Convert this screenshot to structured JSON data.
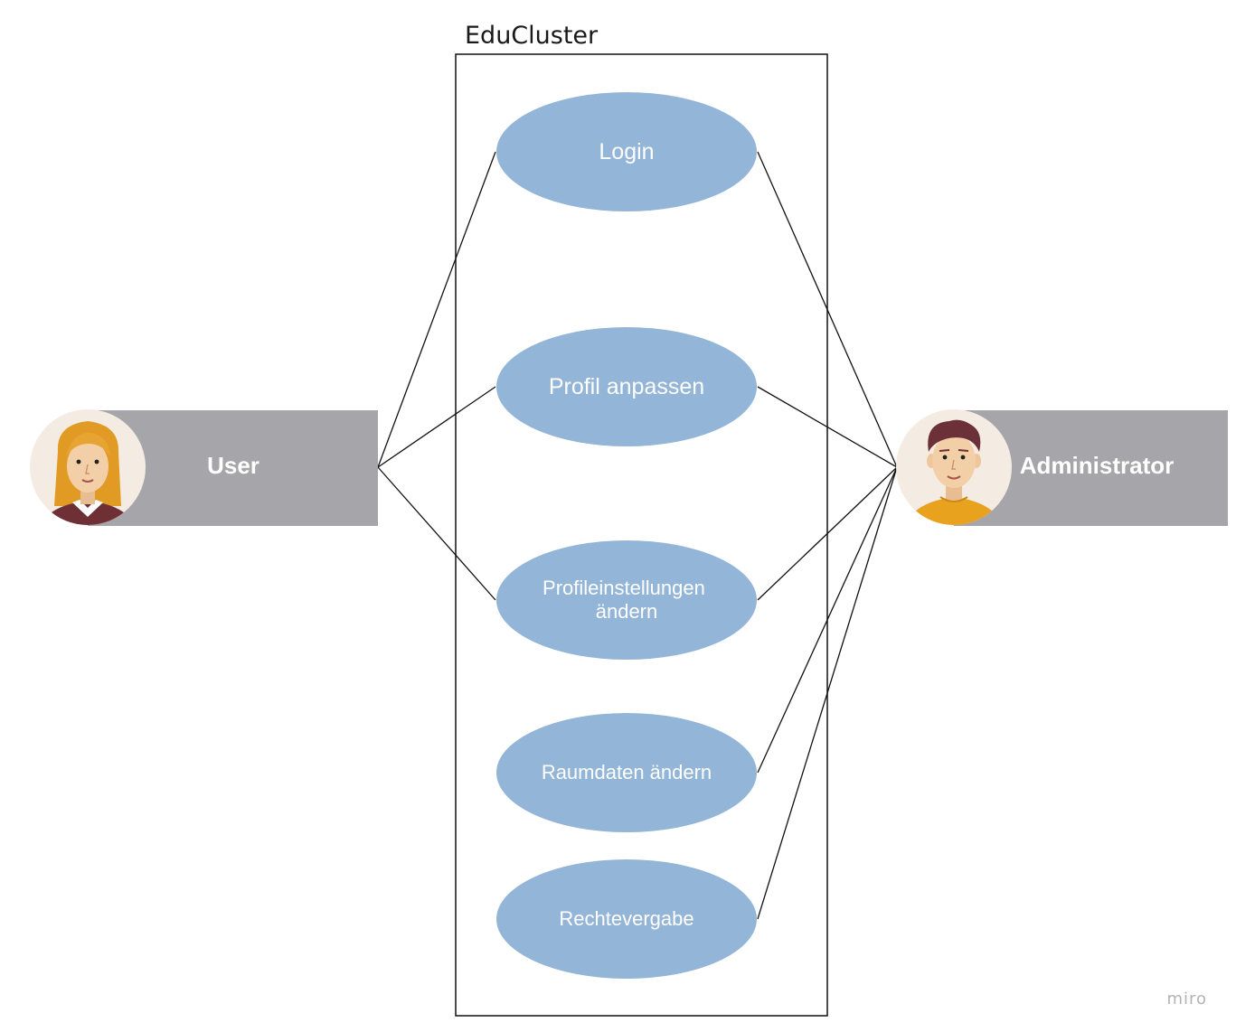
{
  "system": {
    "title": "EduCluster"
  },
  "use_cases": [
    {
      "id": "login",
      "label_lines": [
        "Login"
      ]
    },
    {
      "id": "profil-anpassen",
      "label_lines": [
        "Profil anpassen"
      ]
    },
    {
      "id": "profileinstellungen-aendern",
      "label_lines": [
        "Profileinstellungen",
        "ändern"
      ]
    },
    {
      "id": "raumdaten-aendern",
      "label_lines": [
        "Raumdaten ändern"
      ]
    },
    {
      "id": "rechtevergabe",
      "label_lines": [
        "Rechtevergabe"
      ]
    }
  ],
  "actors": {
    "user": {
      "label": "User",
      "avatar": "woman-avatar-icon"
    },
    "administrator": {
      "label": "Administrator",
      "avatar": "man-avatar-icon"
    }
  },
  "associations": [
    {
      "actor": "user",
      "use_case": "login"
    },
    {
      "actor": "user",
      "use_case": "profil-anpassen"
    },
    {
      "actor": "user",
      "use_case": "profileinstellungen-aendern"
    },
    {
      "actor": "administrator",
      "use_case": "login"
    },
    {
      "actor": "administrator",
      "use_case": "profil-anpassen"
    },
    {
      "actor": "administrator",
      "use_case": "profileinstellungen-aendern"
    },
    {
      "actor": "administrator",
      "use_case": "raumdaten-aendern"
    },
    {
      "actor": "administrator",
      "use_case": "rechtevergabe"
    }
  ],
  "colors": {
    "use_case_fill": "#93b5d7",
    "actor_banner": "#a6a5aa",
    "avatar_background": "#f4ece2"
  },
  "watermark": "miro"
}
